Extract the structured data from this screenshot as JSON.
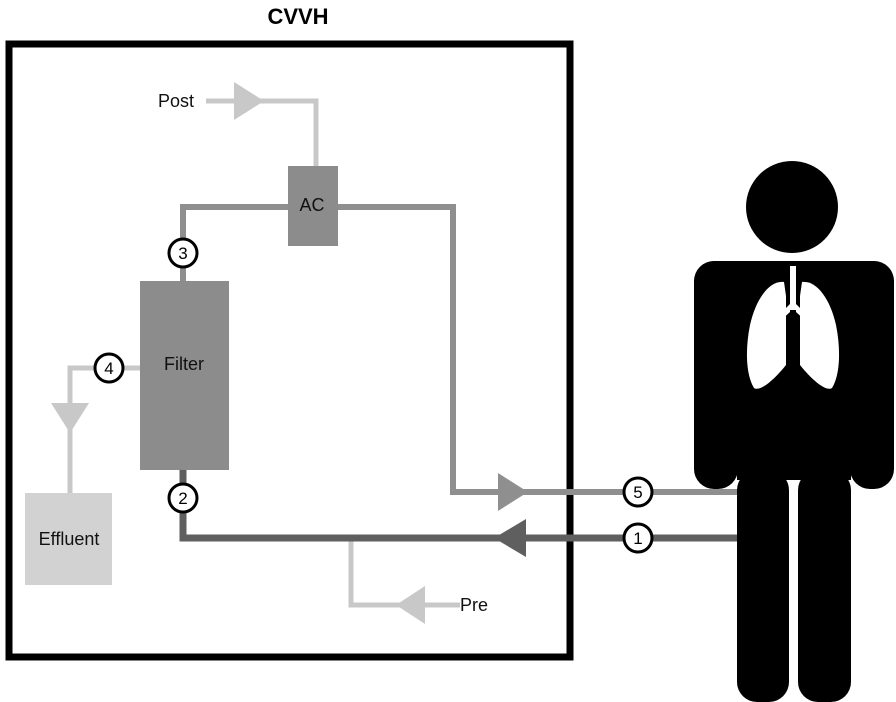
{
  "title": "CVVH",
  "labels": {
    "post": "Post",
    "pre": "Pre",
    "ac": "AC",
    "filter": "Filter",
    "effluent": "Effluent"
  },
  "markers": [
    "1",
    "2",
    "3",
    "4",
    "5"
  ],
  "colors": {
    "outline": "#000000",
    "blood_line": "#5f5f5f",
    "return_line": "#8f8f8f",
    "fluid_line": "#c8c8c8",
    "filter_fill": "#8c8c8c",
    "ac_fill": "#8c8c8c",
    "effluent_fill": "#d2d2d2",
    "person": "#000000",
    "lungs": "#ffffff"
  },
  "icons": [
    "person-silhouette-icon",
    "lungs-icon",
    "arrow-icon"
  ]
}
